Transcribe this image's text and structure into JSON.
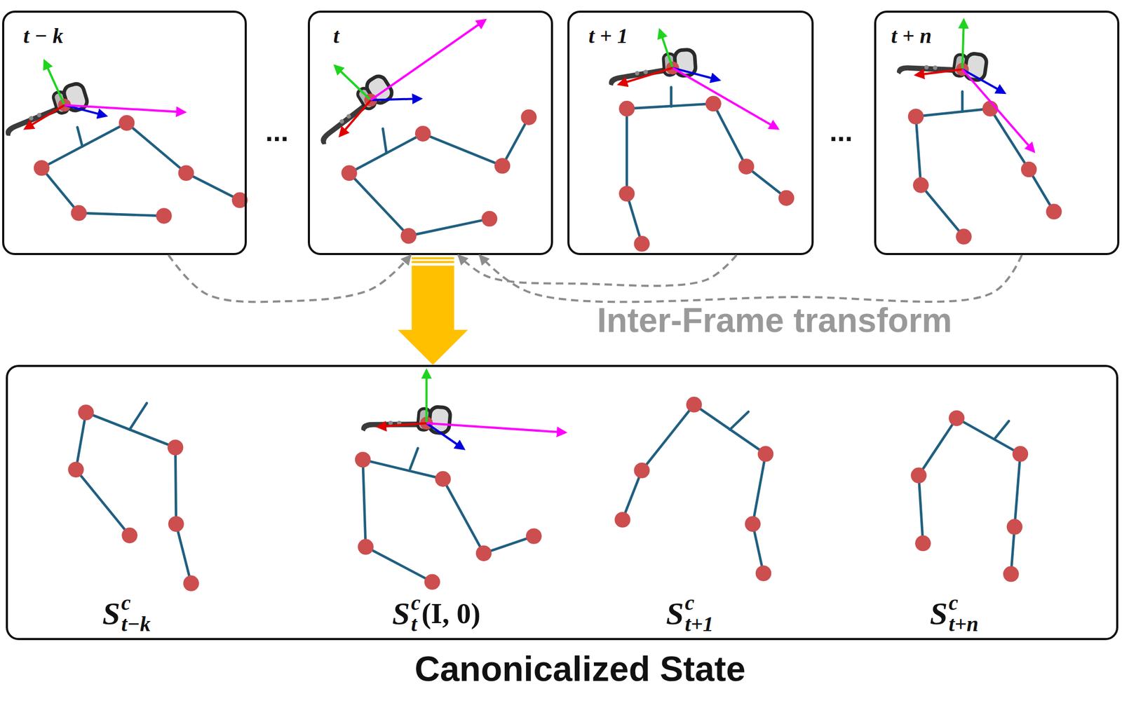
{
  "diagram": {
    "nodes": [
      {
        "text": [
          "t − k"
        ]
      },
      {
        "text": [
          "t"
        ]
      },
      {
        "text": [
          "t + 1"
        ]
      },
      {
        "text": [
          "t + n"
        ]
      },
      {
        "text": [
          "Canonicalized State",
          "S",
          "c",
          "t−k",
          "S",
          "c",
          "t",
          "(I, 0)",
          "S",
          "c",
          "t+1",
          "S",
          "c",
          "t+n"
        ]
      }
    ],
    "edges": [
      {
        "from": 0,
        "to": 1,
        "arrow": "to"
      },
      {
        "from": 2,
        "to": 1,
        "arrow": "to"
      },
      {
        "from": 3,
        "to": 1,
        "arrow": "to"
      },
      {
        "from": 1,
        "to": 4,
        "arrow": "to"
      }
    ],
    "labels": [
      "...",
      "...",
      "Inter-Frame transform"
    ]
  }
}
